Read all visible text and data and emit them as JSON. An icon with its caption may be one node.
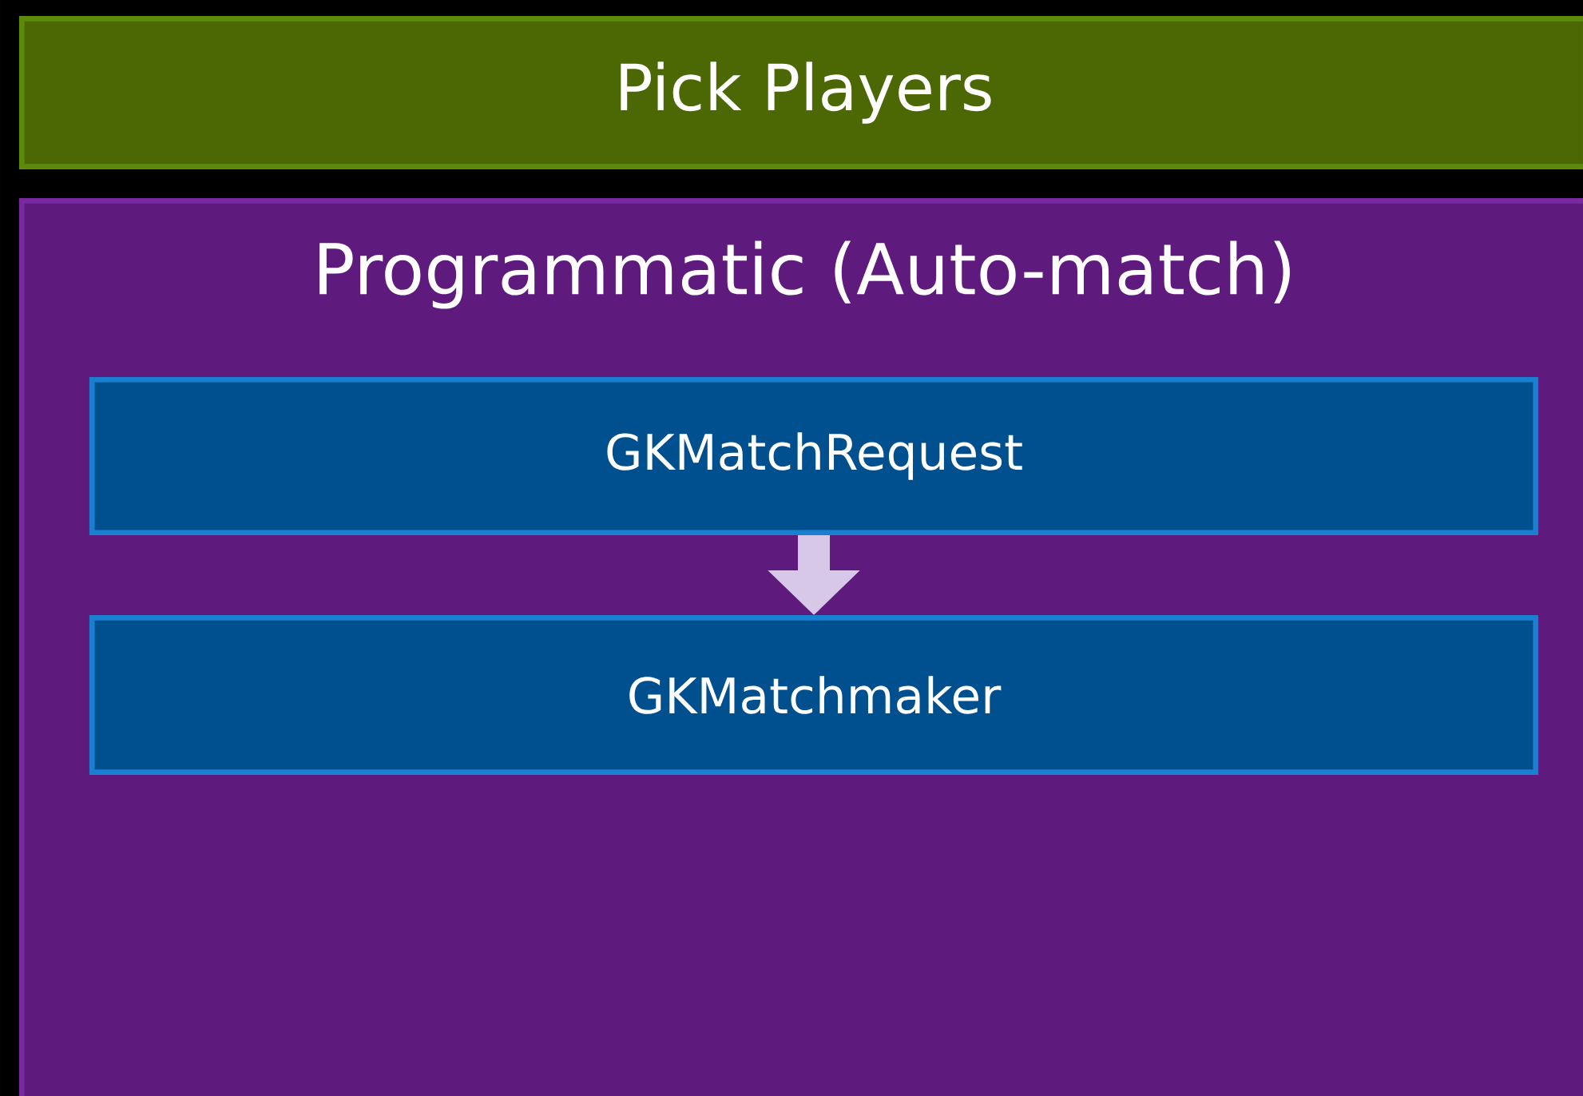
{
  "diagram": {
    "nodes": [
      {
        "text": [
          "Pick Players"
        ]
      },
      {
        "text": [
          "Programmatic (Auto-match)"
        ]
      },
      {
        "text": [
          "GKMatchRequest"
        ],
        "in": 1
      },
      {
        "text": [
          "GKMatchmaker"
        ],
        "in": 1
      }
    ],
    "edges": [
      {
        "from": 2,
        "to": 3,
        "arrow": "to"
      }
    ]
  }
}
